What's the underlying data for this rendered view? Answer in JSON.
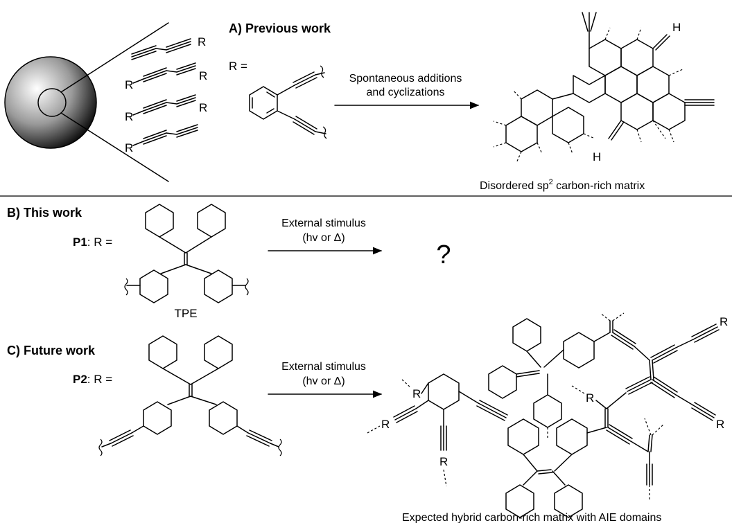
{
  "section_a": {
    "header": "A) Previous work",
    "r_prefix": "R =",
    "substituent": "R",
    "arrow_top": "Spontaneous additions",
    "arrow_bottom": "and cyclizations",
    "hydrogen": "H",
    "caption_pre": "Disordered sp",
    "caption_sup": "2",
    "caption_post": " carbon-rich matrix"
  },
  "section_b": {
    "header": "B) This work",
    "polymer": "P1",
    "r_suffix": ": R =",
    "tpe_label": "TPE",
    "arrow_top": "External stimulus",
    "arrow_bottom": "(hv or Δ)",
    "result": "?"
  },
  "section_c": {
    "header": "C) Future work",
    "polymer": "P2",
    "r_suffix": ": R =",
    "arrow_top": "External stimulus",
    "arrow_bottom": "(hv or Δ)",
    "substituent": "R",
    "caption": "Expected hybrid carbon-rich matrix with AIE domains"
  },
  "colors": {
    "ink": "#000000",
    "sphere_light": "#ffffff",
    "sphere_dark": "#1a1a1a"
  }
}
